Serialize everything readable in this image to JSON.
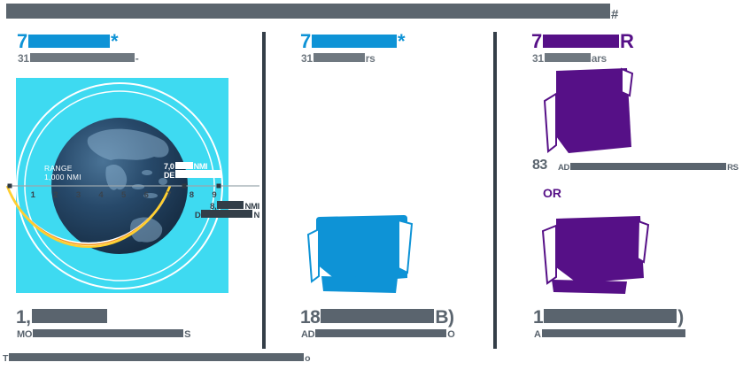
{
  "colors": {
    "banner": "#5B656E",
    "blue": "#0E93D6",
    "purple": "#561087",
    "slate": "#5A646E",
    "subgray": "#6F7880",
    "divider": "#343E48",
    "cyan": "#3EDAF1",
    "orange": "#F5941E",
    "yellow": "#FFD02E",
    "axis": "#9AA6AD",
    "tick": "#39434D",
    "marker": "#2E3842",
    "globe_deep": "#152A40",
    "globe_mid": "#27496A",
    "globe_rim": "#47749B",
    "land": "#8FB6D4"
  },
  "banner": {
    "segments": [
      {
        "b": 682,
        "h": 17
      },
      {
        "t": "#"
      }
    ]
  },
  "columns": {
    "left": {
      "heading": {
        "segments": [
          {
            "t": "7"
          },
          {
            "b": 92,
            "h": 15
          },
          {
            "t": "*"
          }
        ]
      },
      "sub": {
        "segments": [
          {
            "t": "31"
          },
          {
            "b": 118,
            "h": 10
          },
          {
            "t": "-"
          }
        ]
      },
      "stat": {
        "segments": [
          {
            "t": "1,"
          },
          {
            "b": 85,
            "h": 16
          }
        ]
      },
      "caption": {
        "segments": [
          {
            "t": "MO"
          },
          {
            "b": 170,
            "h": 9
          },
          {
            "t": "S"
          }
        ]
      }
    },
    "middle": {
      "heading": {
        "segments": [
          {
            "t": "7"
          },
          {
            "b": 96,
            "h": 15
          },
          {
            "t": "*"
          }
        ]
      },
      "sub": {
        "segments": [
          {
            "t": "31"
          },
          {
            "b": 58,
            "h": 10
          },
          {
            "t": "rs"
          }
        ]
      },
      "stat": {
        "segments": [
          {
            "t": "18"
          },
          {
            "b": 128,
            "h": 16
          },
          {
            "t": "B)"
          }
        ]
      },
      "caption": {
        "segments": [
          {
            "t": "AD"
          },
          {
            "b": 148,
            "h": 9
          },
          {
            "t": "O"
          }
        ]
      }
    },
    "right": {
      "heading": {
        "segments": [
          {
            "t": "7"
          },
          {
            "b": 86,
            "h": 15
          },
          {
            "t": "R"
          }
        ]
      },
      "sub": {
        "segments": [
          {
            "t": "31"
          },
          {
            "b": 52,
            "h": 10
          },
          {
            "t": "ars"
          }
        ]
      },
      "stat": {
        "segments": [
          {
            "t": "1"
          },
          {
            "b": 150,
            "h": 16
          },
          {
            "t": ")"
          }
        ]
      },
      "caption": {
        "segments": [
          {
            "t": "A"
          },
          {
            "b": 162,
            "h": 9
          }
        ]
      },
      "count": "83",
      "count_caption": {
        "segments": [
          {
            "t": "AD"
          },
          {
            "b": 176,
            "h": 8
          },
          {
            "t": "RS"
          }
        ]
      },
      "or_label": "OR"
    }
  },
  "globe": {
    "range_label_line1": "RANGE",
    "range_label_line2": "1,000 NMI",
    "ticks": [
      "1",
      "2",
      "3",
      "4",
      "5",
      "6",
      "7",
      "8",
      "9"
    ],
    "axis_unit_note": "ticks are thousands of NMI",
    "label_mid": {
      "line1": {
        "segments": [
          {
            "t": "7,0"
          },
          {
            "b": 20,
            "h": 8
          },
          {
            "t": "NMI"
          }
        ]
      },
      "line2": {
        "segments": [
          {
            "t": "DE"
          },
          {
            "b": 52,
            "h": 9
          }
        ]
      }
    },
    "label_far": {
      "line1": {
        "segments": [
          {
            "t": "8,"
          },
          {
            "b": 30,
            "h": 9
          },
          {
            "t": "NMI"
          }
        ]
      },
      "line2": {
        "segments": [
          {
            "t": "D"
          },
          {
            "b": 58,
            "h": 9
          },
          {
            "t": "N"
          }
        ]
      }
    }
  },
  "footer": {
    "segments": [
      {
        "t": "T"
      },
      {
        "b": 333,
        "h": 9
      },
      {
        "t": "o"
      }
    ]
  }
}
